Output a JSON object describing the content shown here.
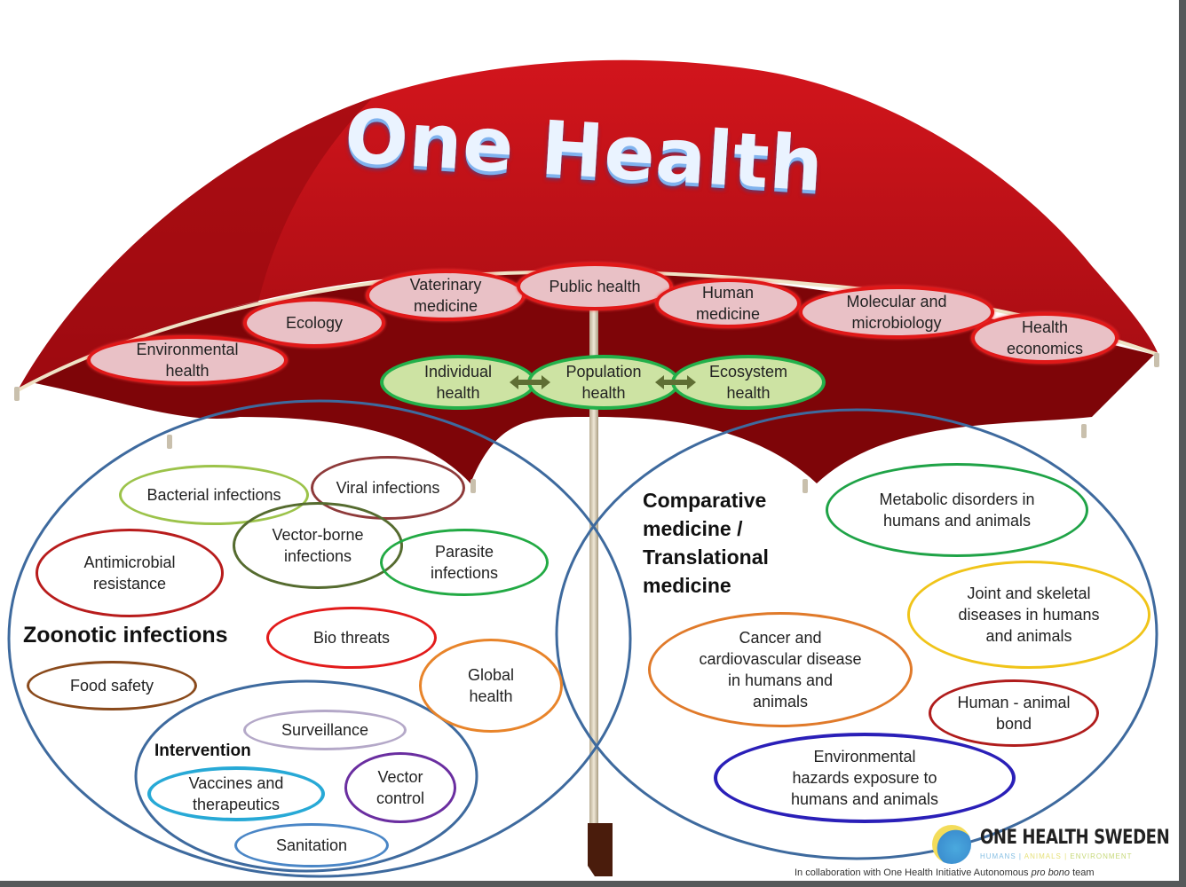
{
  "title": "One Health",
  "umbrella": {
    "disciplines": [
      {
        "id": "environmental-health",
        "label": "Environmental\nhealth"
      },
      {
        "id": "ecology",
        "label": "Ecology"
      },
      {
        "id": "veterinary-medicine",
        "label": "Vaterinary\nmedicine"
      },
      {
        "id": "public-health",
        "label": "Public health"
      },
      {
        "id": "human-medicine",
        "label": "Human\nmedicine"
      },
      {
        "id": "molecular-microbiology",
        "label": "Molecular and\nmicrobiology"
      },
      {
        "id": "health-economics",
        "label": "Health\neconomics"
      }
    ],
    "levels": [
      {
        "id": "individual-health",
        "label": "Individual\nhealth"
      },
      {
        "id": "population-health",
        "label": "Population\nhealth"
      },
      {
        "id": "ecosystem-health",
        "label": "Ecosystem\nhealth"
      }
    ]
  },
  "zoonotic": {
    "heading": "Zoonotic infections",
    "items": [
      {
        "id": "bacterial-infections",
        "label": "Bacterial infections",
        "color": "#9cc34a"
      },
      {
        "id": "viral-infections",
        "label": "Viral infections",
        "color": "#8e3a3a"
      },
      {
        "id": "vector-borne-infections",
        "label": "Vector-borne\ninfections",
        "color": "#556b2f"
      },
      {
        "id": "parasite-infections",
        "label": "Parasite\ninfections",
        "color": "#22aa44"
      },
      {
        "id": "antimicrobial-resistance",
        "label": "Antimicrobial\nresistance",
        "color": "#b81c1c"
      },
      {
        "id": "bio-threats",
        "label": "Bio threats",
        "color": "#e21b1b"
      },
      {
        "id": "global-health",
        "label": "Global\nhealth",
        "color": "#e8842a"
      },
      {
        "id": "food-safety",
        "label": "Food safety",
        "color": "#8a4a1c"
      }
    ],
    "intervention": {
      "heading": "Intervention",
      "items": [
        {
          "id": "surveillance",
          "label": "Surveillance",
          "color": "#b4a8c8"
        },
        {
          "id": "vaccines-therapeutics",
          "label": "Vaccines and\ntherapeutics",
          "color": "#27a9d6"
        },
        {
          "id": "vector-control",
          "label": "Vector\ncontrol",
          "color": "#6a2ea0"
        },
        {
          "id": "sanitation",
          "label": "Sanitation",
          "color": "#4a86c6"
        }
      ]
    }
  },
  "comparative": {
    "heading": "Comparative\nmedicine /\nTranslational\nmedicine",
    "items": [
      {
        "id": "metabolic-disorders",
        "label": "Metabolic disorders in\nhumans and animals",
        "color": "#1fa347"
      },
      {
        "id": "joint-skeletal",
        "label": "Joint and skeletal\ndiseases in humans\nand animals",
        "color": "#f0c419"
      },
      {
        "id": "cancer-cardiovascular",
        "label": "Cancer and\ncardiovascular disease\nin humans and\nanimals",
        "color": "#e07a2a"
      },
      {
        "id": "human-animal-bond",
        "label": "Human - animal\nbond",
        "color": "#b01c1c"
      },
      {
        "id": "environmental-hazards",
        "label": "Environmental\nhazards exposure to\nhumans and animals",
        "color": "#2a1fb8"
      }
    ]
  },
  "logo": {
    "name": "ONE HEALTH SWEDEN",
    "tagline": [
      "HUMANS | ",
      "ANIMALS | ",
      "ENVIRONMENT"
    ]
  },
  "credit": {
    "prefix": "In collaboration with One Health Initiative Autonomous ",
    "italic": "pro bono",
    "suffix": " team"
  },
  "colors": {
    "canopy": "#c0121a",
    "canopy_dark": "#7e0508",
    "circle_outline": "#3e6a9e",
    "border": "#56595a"
  }
}
